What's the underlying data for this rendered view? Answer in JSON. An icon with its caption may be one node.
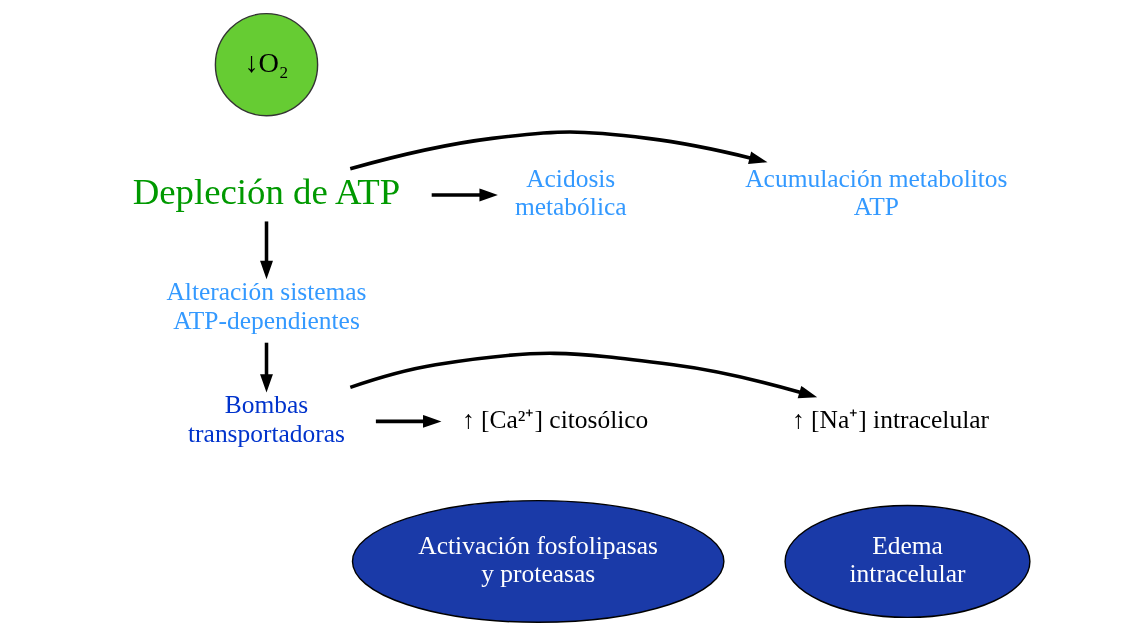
{
  "diagram": {
    "nodes": [
      {
        "text": [
          "↓O₂"
        ]
      },
      {
        "text": [
          "Depleción de ATP"
        ]
      },
      {
        "text": [
          "Acidosis metabólica"
        ]
      },
      {
        "text": [
          "Acumulación metabolitos ATP"
        ]
      },
      {
        "text": [
          "Alteración sistemas ATP-dependientes"
        ]
      },
      {
        "text": [
          "Bombas transportadoras"
        ]
      },
      {
        "text": [
          "↑ [Na⁺] intracelular"
        ]
      },
      {
        "text": [
          "↑ [Ca²⁺] citosólico"
        ]
      },
      {
        "text": [
          "Edema intracelular"
        ]
      },
      {
        "text": [
          "Activación fosfolipasas y proteasas"
        ]
      }
    ],
    "edges": [
      {
        "from": 1,
        "to": 2,
        "arrow": "to"
      },
      {
        "from": 1,
        "to": 3,
        "arrow": "to"
      },
      {
        "from": 1,
        "to": 4,
        "arrow": "to"
      },
      {
        "from": 4,
        "to": 5,
        "arrow": "to"
      },
      {
        "from": 5,
        "to": 6,
        "arrow": "to"
      },
      {
        "from": 5,
        "to": 7,
        "arrow": "to"
      }
    ]
  }
}
